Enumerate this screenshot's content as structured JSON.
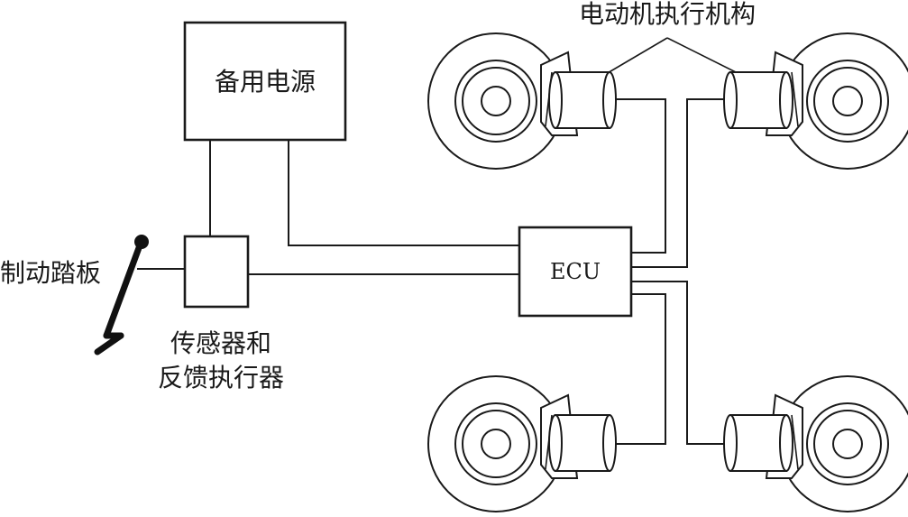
{
  "labels": {
    "backup_power": "备用电源",
    "ecu": "ECU",
    "brake_pedal": "制动踏板",
    "sensor_line1": "传感器和",
    "sensor_line2": "反馈执行器",
    "motor_actuator": "电动机执行机构"
  },
  "wheels": [
    {
      "position": "front-left"
    },
    {
      "position": "front-right"
    },
    {
      "position": "rear-left"
    },
    {
      "position": "rear-right"
    }
  ],
  "colors": {
    "ink": "#1a1a1a",
    "background": "#ffffff"
  }
}
